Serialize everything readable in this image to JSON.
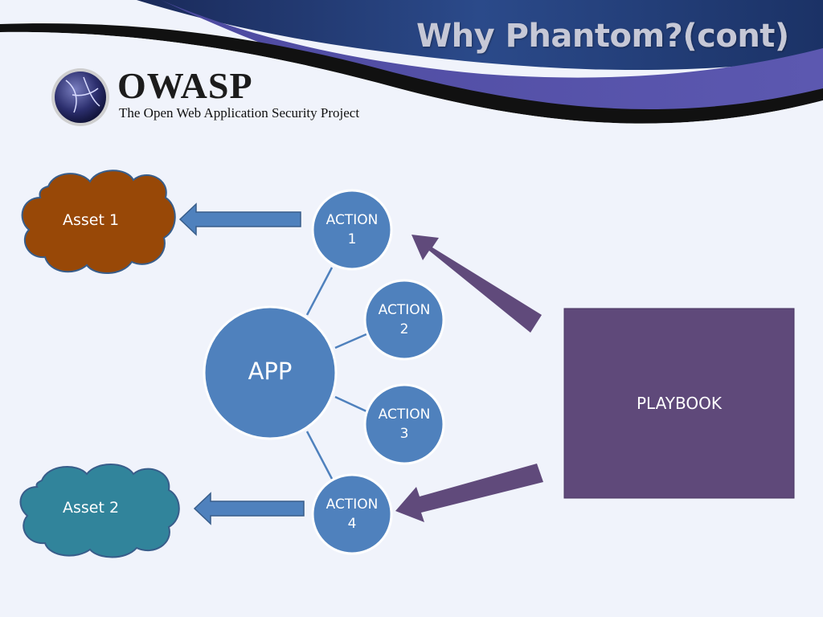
{
  "title": "Why Phantom?(cont)",
  "logo": {
    "wordmark": "OWASP",
    "tagline": "The Open Web Application Security Project"
  },
  "diagram": {
    "assets": [
      {
        "label": "Asset 1",
        "color": "#984807"
      },
      {
        "label": "Asset 2",
        "color": "#31849b"
      }
    ],
    "app": {
      "label": "APP"
    },
    "actions": [
      {
        "line1": "ACTION",
        "line2": "1"
      },
      {
        "line1": "ACTION",
        "line2": "2"
      },
      {
        "line1": "ACTION",
        "line2": "3"
      },
      {
        "line1": "ACTION",
        "line2": "4"
      }
    ],
    "playbook": {
      "label": "PLAYBOOK",
      "color": "#5f497a"
    },
    "node_color": "#4f81bd",
    "arrow_color": "#4f81bd",
    "playbook_arrow_color": "#604a7b"
  }
}
